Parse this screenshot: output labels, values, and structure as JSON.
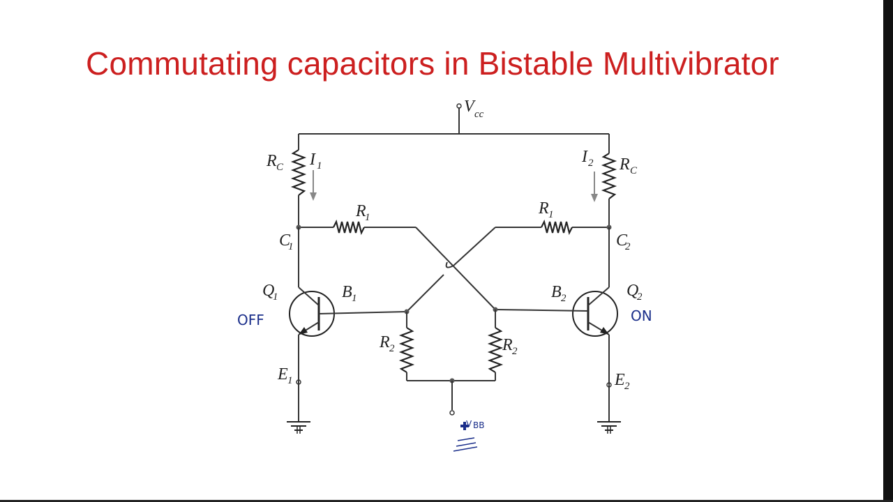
{
  "slide": {
    "title": "Commutating capacitors in Bistable Multivibrator"
  },
  "circuit": {
    "supply": {
      "name": "V",
      "sub": "cc"
    },
    "collector_resistor_left": {
      "name": "R",
      "sub": "C"
    },
    "collector_resistor_right": {
      "name": "R",
      "sub": "C"
    },
    "current_left": {
      "name": "I",
      "sub": "1"
    },
    "current_right": {
      "name": "I",
      "sub": "2"
    },
    "coupling_resistor_left": {
      "name": "R",
      "sub": "1"
    },
    "coupling_resistor_right": {
      "name": "R",
      "sub": "1"
    },
    "collector_left": {
      "name": "C",
      "sub": "1"
    },
    "collector_right": {
      "name": "C",
      "sub": "2"
    },
    "transistor_left": {
      "name": "Q",
      "sub": "1",
      "state_note": "OFF"
    },
    "transistor_right": {
      "name": "Q",
      "sub": "2",
      "state_note": "ON"
    },
    "base_left": {
      "name": "B",
      "sub": "1"
    },
    "base_right": {
      "name": "B",
      "sub": "2"
    },
    "base_resistor_left": {
      "name": "R",
      "sub": "2"
    },
    "base_resistor_right": {
      "name": "R",
      "sub": "2"
    },
    "emitter_left": {
      "name": "E",
      "sub": "1"
    },
    "emitter_right": {
      "name": "E",
      "sub": "2"
    },
    "bias_source": {
      "name": "V",
      "sub": "BB"
    }
  },
  "colors": {
    "title": "#cc1f1f",
    "wire": "#333333",
    "annotation": "#1a2e8a",
    "current_arrow": "#888888"
  }
}
